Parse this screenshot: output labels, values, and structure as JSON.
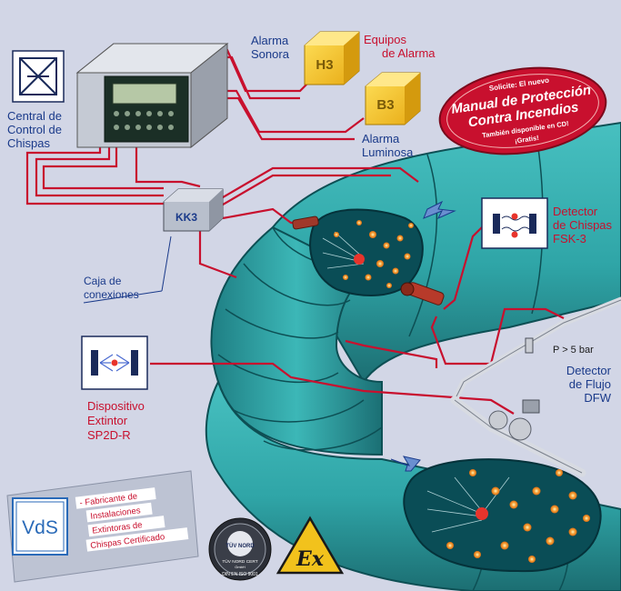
{
  "labels": {
    "central": [
      "Central de",
      "Control de",
      "Chispas"
    ],
    "alarma_sonora": [
      "Alarma",
      "Sonora"
    ],
    "alarma_luminosa": [
      "Alarma",
      "Luminosa"
    ],
    "equipos": [
      "Equipos",
      "de Alarma"
    ],
    "caja": [
      "Caja de",
      "conexiones"
    ],
    "detector_chispas": [
      "Detector",
      "de Chispas",
      "FSK-3"
    ],
    "detector_flujo": [
      "Detector",
      "de Flujo",
      "DFW"
    ],
    "presion": "P > 5 bar",
    "dispositivo": [
      "Dispositivo",
      "Extintor",
      "SP2D-R"
    ]
  },
  "boxes": {
    "h3": "H3",
    "b3": "B3",
    "kk3": "KK3"
  },
  "badge": {
    "line1": "Solicite: El nuevo",
    "line2": "Manual de Protección",
    "line3": "Contra Incendios",
    "line4": "También disponible en CD!",
    "line5": "¡Gratis!"
  },
  "certificate": {
    "logo": "VdS",
    "lines": [
      "- Fabricante de",
      "Instalaciones",
      "Extintoras de",
      "Chispas Certificado"
    ]
  },
  "tuv": {
    "top": "TÜV NORD",
    "mid": "TÜV NORD CERT",
    "small": "GmbH",
    "bottom": "DIN EN ISO 9001"
  },
  "ex": "Ex",
  "colors": {
    "background": "#d2d6e6",
    "pipe": "#2fa5a7",
    "pipe_dark": "#1e7f82",
    "wire": "#c8102e",
    "label_blue": "#1a3a8a",
    "label_red": "#c8102e",
    "alarm_box": "#f2c21c"
  }
}
